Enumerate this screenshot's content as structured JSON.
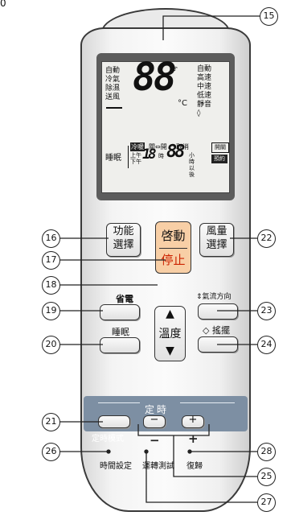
{
  "page_id": "0",
  "lcd": {
    "left_modes": [
      "自動",
      "冷氣",
      "除濕",
      "送風"
    ],
    "right_fans": [
      "自動",
      "高速",
      "中速",
      "低速",
      "靜音"
    ],
    "temp_digits": "88",
    "temp_unit": "°C",
    "sleep": "睡眠",
    "check": "冷暖",
    "open_close": "關⇔開",
    "cancel": "取消",
    "timer_left": "上午 下午",
    "timer_digits_small": "18",
    "hour_mark": "時",
    "timer_digits_big": "88",
    "hours_after": "小時 以後",
    "right_box_top": "開關",
    "right_box_bot": "預約"
  },
  "buttons": {
    "function": "功能\n選擇",
    "start_line1": "啓動",
    "start_line2": "停止",
    "fan_speed": "風量\n選擇",
    "eco_label": "省電",
    "temp_label": "溫度",
    "temp_up": "▲",
    "temp_down": "▼",
    "airflow_label": "氣流方向",
    "sleep_label": "睡眠",
    "swing_label": "搖擺",
    "timer_title": "定時",
    "timer_mode": "定時模式",
    "minus": "−",
    "plus": "+",
    "time_set": "時間設定",
    "test_run": "運轉測試",
    "reset": "復歸"
  },
  "callouts": [
    "15",
    "16",
    "17",
    "18",
    "19",
    "20",
    "21",
    "22",
    "23",
    "24",
    "25",
    "26",
    "27",
    "28"
  ]
}
